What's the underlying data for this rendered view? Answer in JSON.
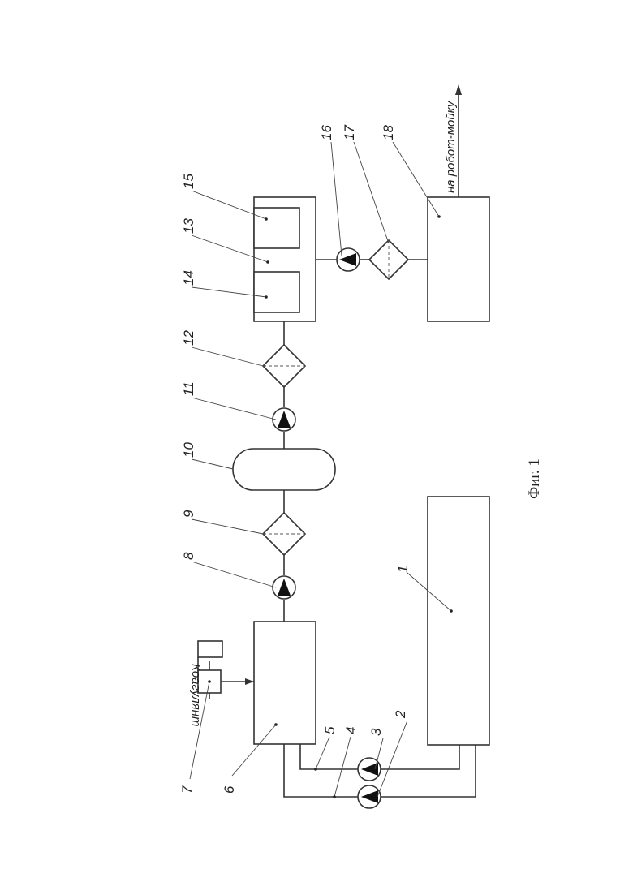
{
  "diagram": {
    "caption": "Фиг. 1",
    "labels": {
      "coagulant": "Коагулянт",
      "to_robot_wash": "на робот-мойку"
    },
    "callouts": [
      "1",
      "2",
      "3",
      "4",
      "5",
      "6",
      "7",
      "8",
      "9",
      "10",
      "11",
      "12",
      "13",
      "14",
      "15",
      "16",
      "17",
      "18"
    ]
  }
}
